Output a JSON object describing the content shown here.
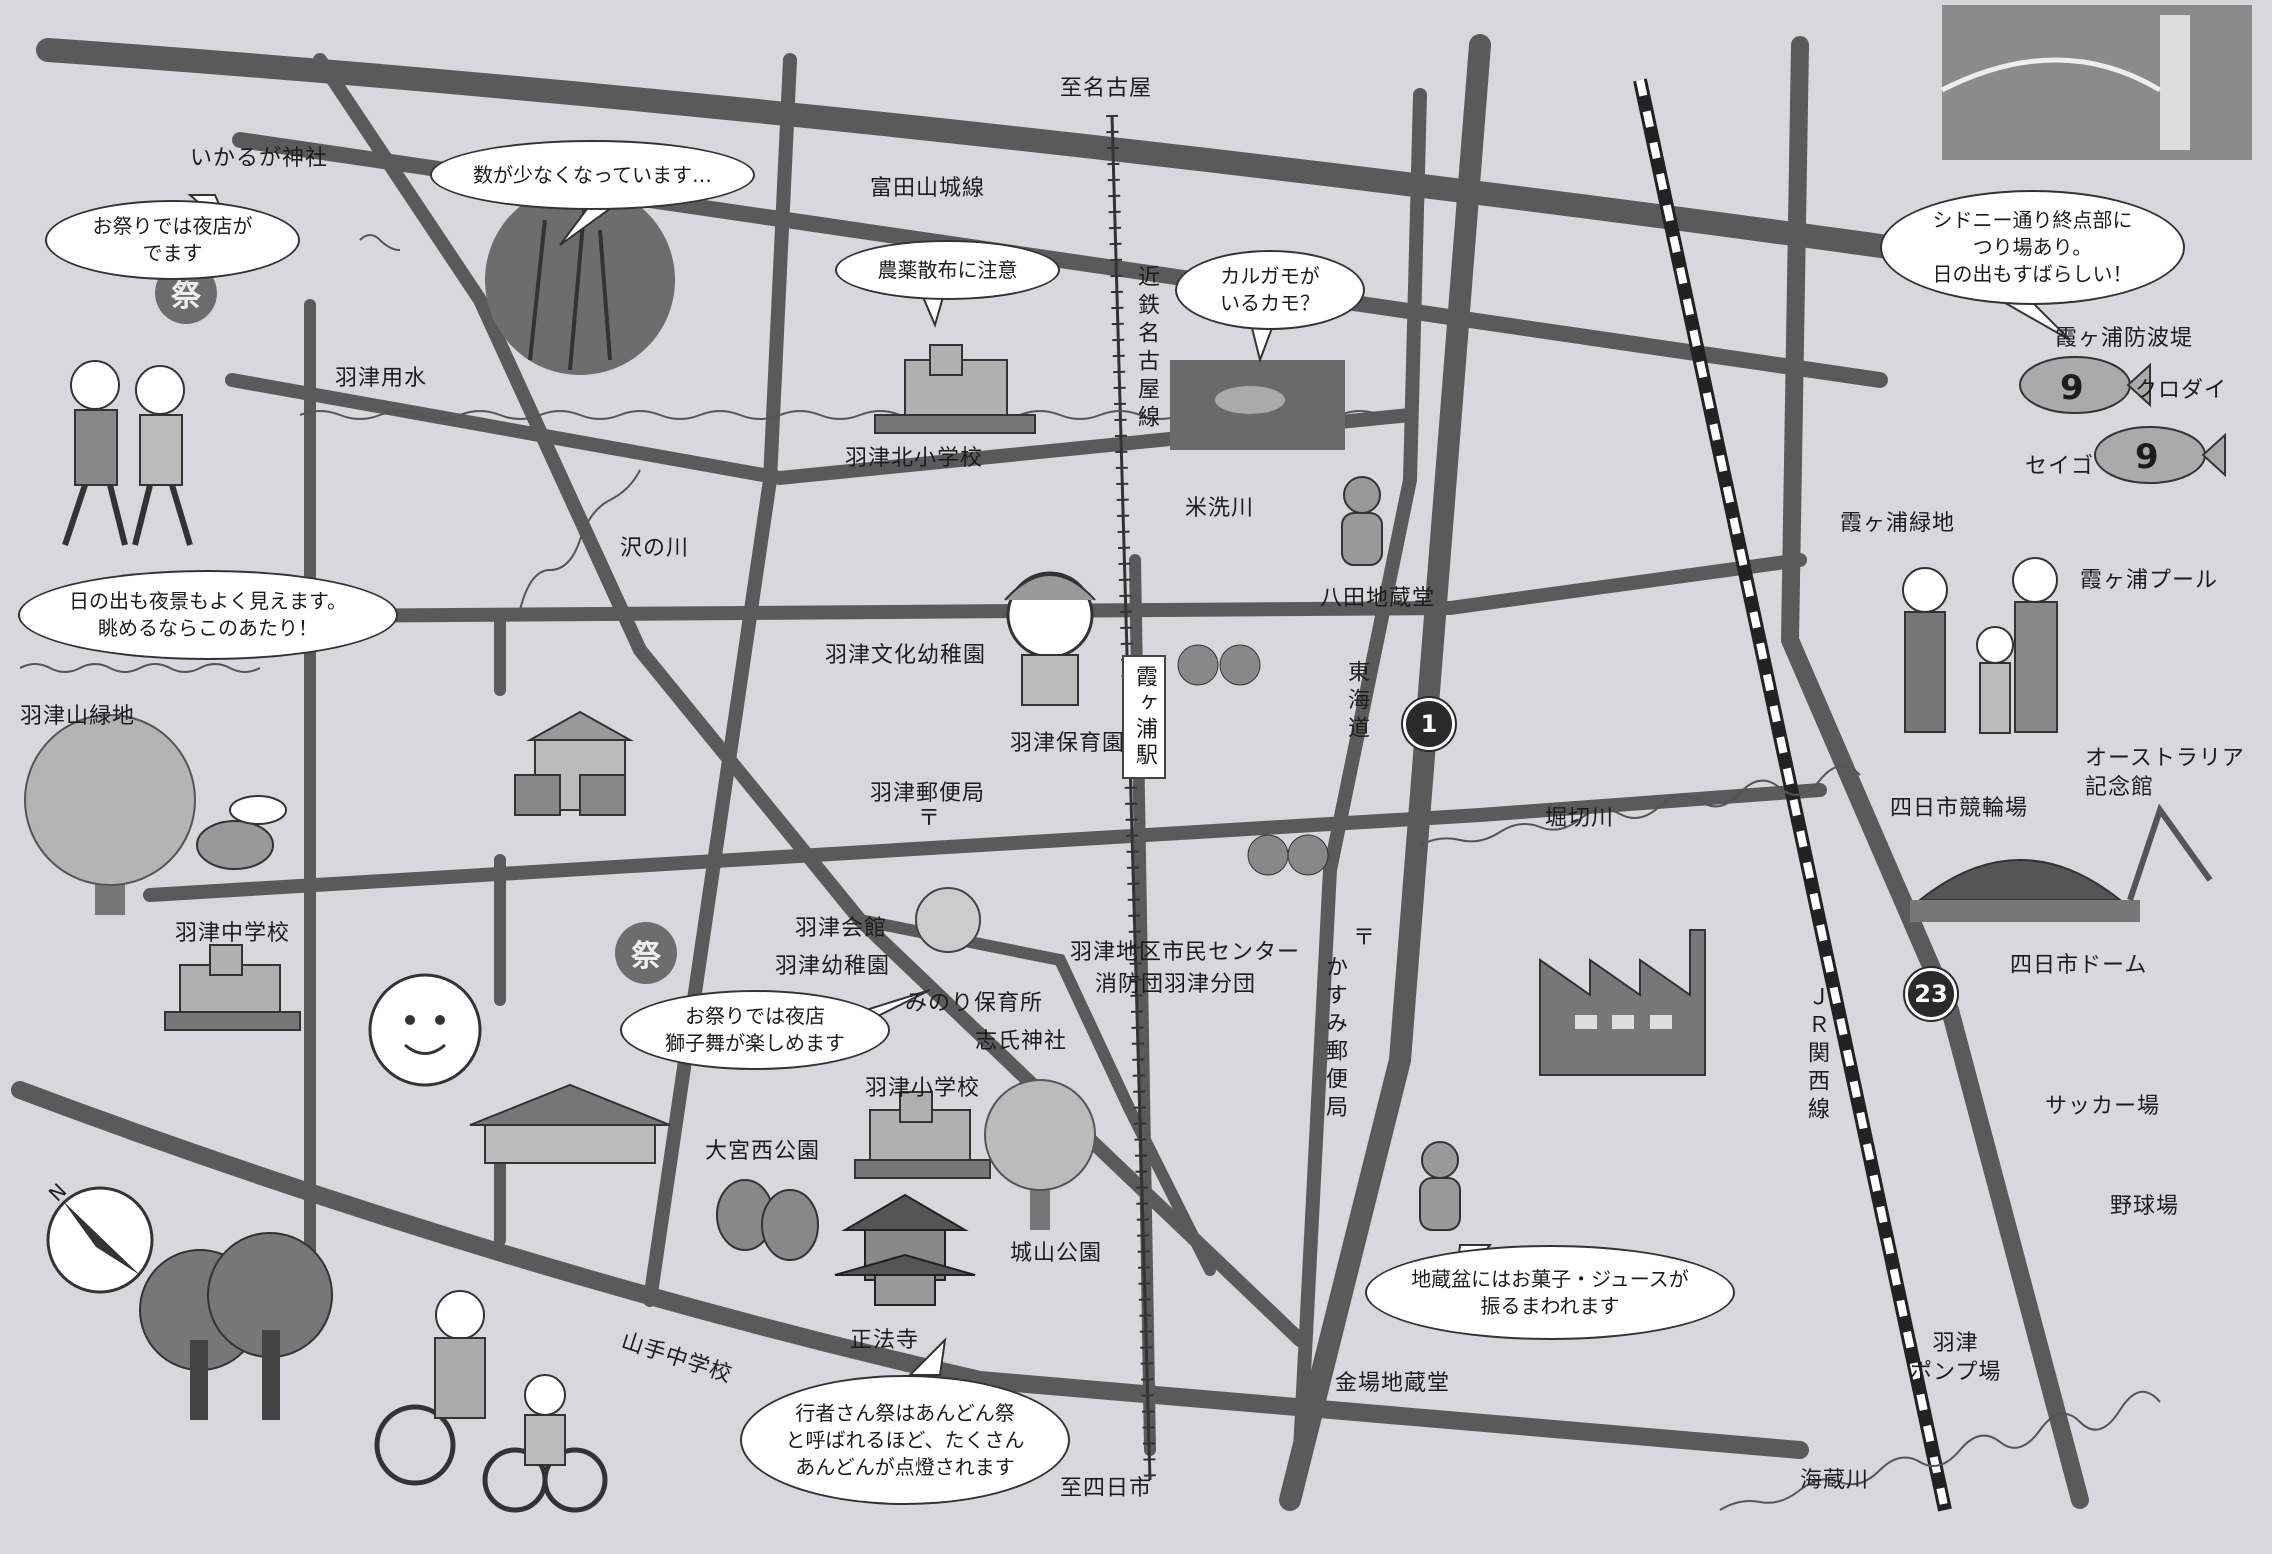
{
  "directions": {
    "nagoya": "至名古屋",
    "yokkaichi_city": "至四日市"
  },
  "rail_lines": {
    "kintetsu": "近鉄名古屋線",
    "jr": "ＪＲ関西線"
  },
  "stations": {
    "kasumigaura": "霞ヶ浦駅"
  },
  "roads": {
    "tomida_yamashiro": "富田山城線",
    "tokaido": "東海道",
    "route1": "1",
    "route23": "23"
  },
  "rivers": {
    "hatsu_yosui": "羽津用水",
    "sawa": "沢の川",
    "yonearai": "米洗川",
    "horikiri": "堀切川",
    "kaizo": "海蔵川"
  },
  "places": {
    "ikaruga": "いかるが神社",
    "hatsu_kita_es": "羽津北小学校",
    "yata_jizo": "八田地蔵堂",
    "bunka_kg": "羽津文化幼稚園",
    "hoikuen": "羽津保育園",
    "post": "羽津郵便局",
    "yamachi_green": "羽津山緑地",
    "hatsu_jhs": "羽津中学校",
    "hall": "羽津会館",
    "hatsu_kg": "羽津幼稚園",
    "minori": "みのり保育所",
    "shishi_shrine": "志氏神社",
    "civic_center": "羽津地区市民センター",
    "fire_branch": "消防団羽津分団",
    "kasumi_post": "かすみ郵便局",
    "hatsu_es": "羽津小学校",
    "omiya_park": "大宮西公園",
    "shiroyama_park": "城山公園",
    "shohoji": "正法寺",
    "yamate_jhs": "山手中学校",
    "kaneba_jizo": "金場地蔵堂",
    "breakwater": "霞ヶ浦防波堤",
    "kurodai": "クロダイ",
    "seigo": "セイゴ",
    "kasumi_green": "霞ヶ浦緑地",
    "kasumi_pool": "霞ヶ浦プール",
    "australia": "オーストラリア\n記念館",
    "keirin": "四日市競輪場",
    "dome": "四日市ドーム",
    "soccer": "サッカー場",
    "baseball": "野球場",
    "pump": "羽津\nポンプ場"
  },
  "bubbles": {
    "fewer": "数が少なくなっています…",
    "pesticide": "農薬散布に注意",
    "karugamo": "カルガモが\nいるカモ？",
    "sydney": "シドニー通り終点部に\nつり場あり。\n日の出もすばらしい！",
    "night_stalls": "お祭りでは夜店が\nでます",
    "sunrise": "日の出も夜景もよく見えます。\n眺めるならこのあたり！",
    "shishimai": "お祭りでは夜店\n獅子舞が楽しめます",
    "jizobon": "地蔵盆にはお菓子・ジュースが\n振るまわれます",
    "gyoja": "行者さん祭はあんどん祭\nと呼ばれるほど、たくさん\nあんどんが点燈されます"
  },
  "symbols": {
    "festival": "祭",
    "post_mark": "〒",
    "north": "N",
    "fish_nine": "9"
  },
  "colors": {
    "background": "#d7d7dc",
    "road": "#5a5a5a",
    "rail": "#333333"
  }
}
